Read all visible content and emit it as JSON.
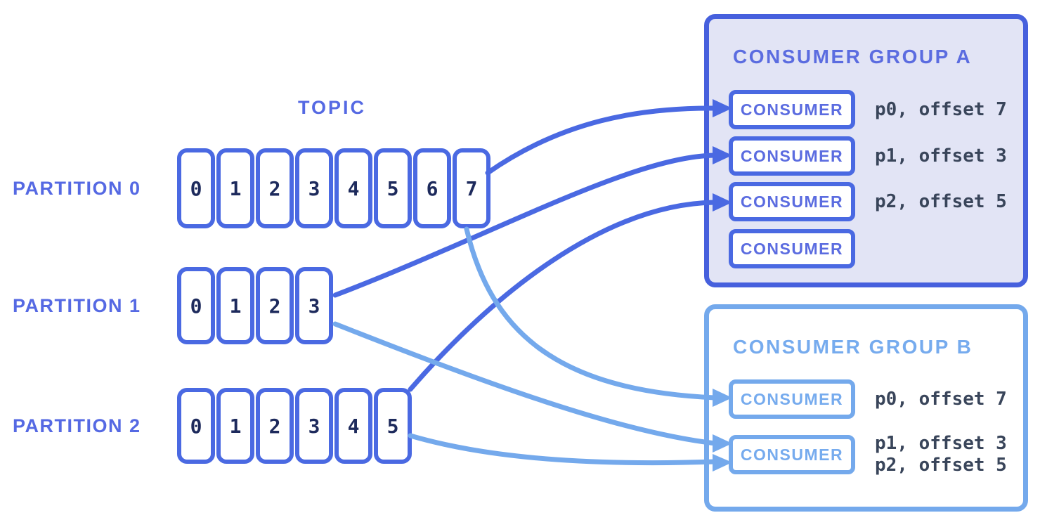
{
  "topic": {
    "label": "TOPIC"
  },
  "partitions": [
    {
      "label": "PARTITION 0",
      "cells": [
        "0",
        "1",
        "2",
        "3",
        "4",
        "5",
        "6",
        "7"
      ]
    },
    {
      "label": "PARTITION 1",
      "cells": [
        "0",
        "1",
        "2",
        "3"
      ]
    },
    {
      "label": "PARTITION 2",
      "cells": [
        "0",
        "1",
        "2",
        "3",
        "4",
        "5"
      ]
    }
  ],
  "groups": [
    {
      "title": "CONSUMER GROUP A",
      "consumers": [
        {
          "label": "CONSUMER",
          "offsets": [
            "p0, offset 7"
          ]
        },
        {
          "label": "CONSUMER",
          "offsets": [
            "p1, offset 3"
          ]
        },
        {
          "label": "CONSUMER",
          "offsets": [
            "p2, offset 5"
          ]
        },
        {
          "label": "CONSUMER",
          "offsets": []
        }
      ]
    },
    {
      "title": "CONSUMER GROUP B",
      "consumers": [
        {
          "label": "CONSUMER",
          "offsets": [
            "p0, offset 7"
          ]
        },
        {
          "label": "CONSUMER",
          "offsets": [
            "p1, offset 3",
            "p2, offset 5"
          ]
        }
      ]
    }
  ],
  "colors": {
    "primary": "#4a69e2",
    "group-a-border": "#4660dd",
    "light": "#74a9ec",
    "navy": "#1d2a5c",
    "slate": "#39455a",
    "lavender": "#e2e4f5",
    "label-blue": "#5569e3",
    "group-label": "#5b6ce0",
    "light-label": "#76abee"
  }
}
